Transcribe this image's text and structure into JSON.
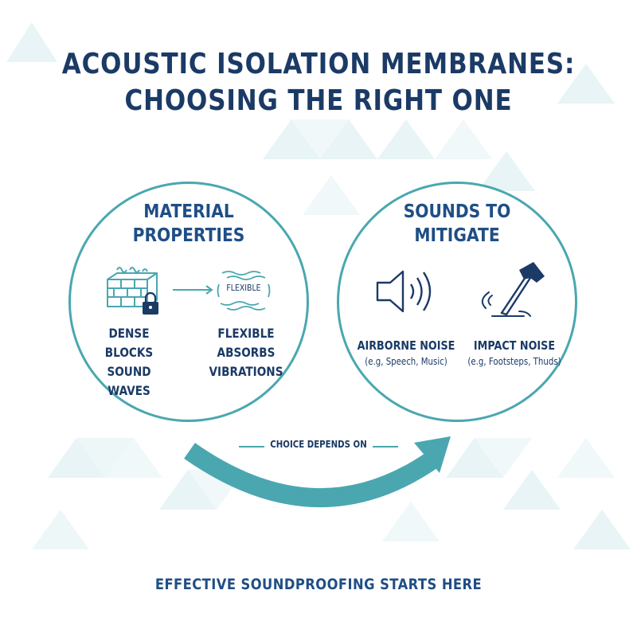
{
  "title": {
    "line1": "ACOUSTIC ISOLATION MEMBRANES:",
    "line2": "CHOOSING THE RIGHT ONE"
  },
  "left_circle": {
    "heading_line1": "MATERIAL",
    "heading_line2": "PROPERTIES",
    "dense": {
      "line1": "DENSE",
      "line2": "BLOCKS",
      "line3": "SOUND WAVES"
    },
    "flexible_tag": "FLEXIBLE",
    "flexible": {
      "line1": "FLEXIBLE",
      "line2": "ABSORBS",
      "line3": "VIBRATIONS"
    }
  },
  "right_circle": {
    "heading_line1": "SOUNDS TO",
    "heading_line2": "MITIGATE",
    "airborne": {
      "title": "AIRBORNE NOISE",
      "examples": "(e.g, Speech, Music)"
    },
    "impact": {
      "title": "IMPACT NOISE",
      "examples": "(e.g, Footsteps, Thuds)"
    }
  },
  "flow_label": "CHOICE DEPENDS ON",
  "footer": "EFFECTIVE SOUNDPROOFING STARTS HERE",
  "colors": {
    "navy": "#1b3a66",
    "blue": "#1f4e86",
    "teal": "#4aa7b0",
    "pale_teal": "#e6f3f5"
  }
}
